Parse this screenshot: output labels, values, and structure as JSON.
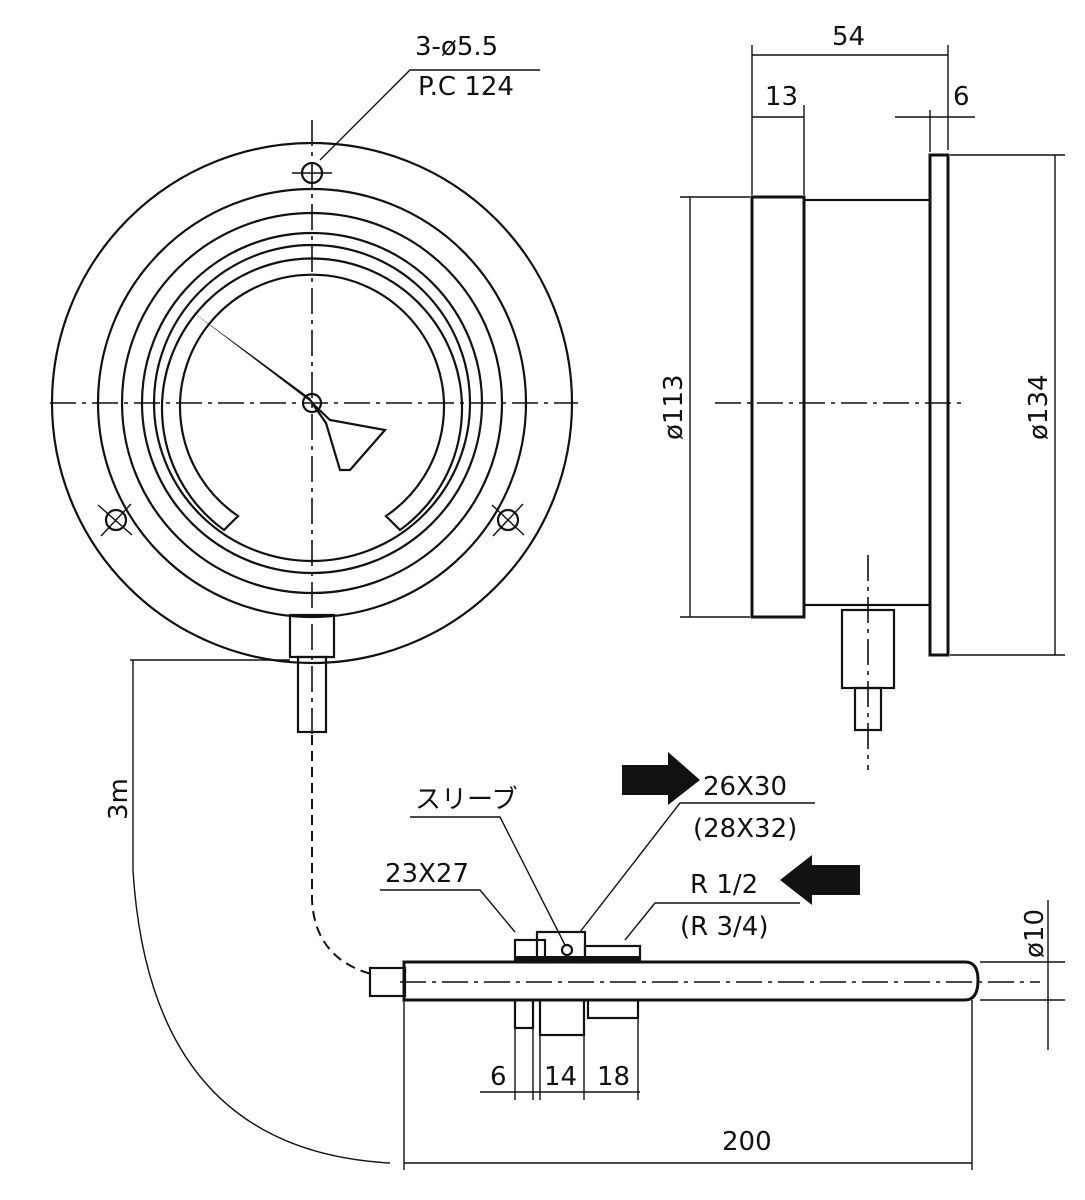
{
  "drawing": {
    "front_view": {
      "hole_spec": "3-ø5.5",
      "pitch_circle": "P.C 124"
    },
    "side_view": {
      "depth_total": "54",
      "bezel_depth": "13",
      "flange_thickness": "6",
      "case_diameter": "ø113",
      "flange_diameter": "ø134"
    },
    "capillary": {
      "length": "3m"
    },
    "sensor": {
      "sleeve_label": "スリーブ",
      "nut_size": "26X30",
      "nut_size_alt": "(28X32)",
      "fitting_size": "23X27",
      "thread": "R 1/2",
      "thread_alt": "(R 3/4)",
      "bulb_diameter": "ø10",
      "dim_a": "6",
      "dim_b": "14",
      "dim_c": "18",
      "insertion_length": "200"
    }
  }
}
